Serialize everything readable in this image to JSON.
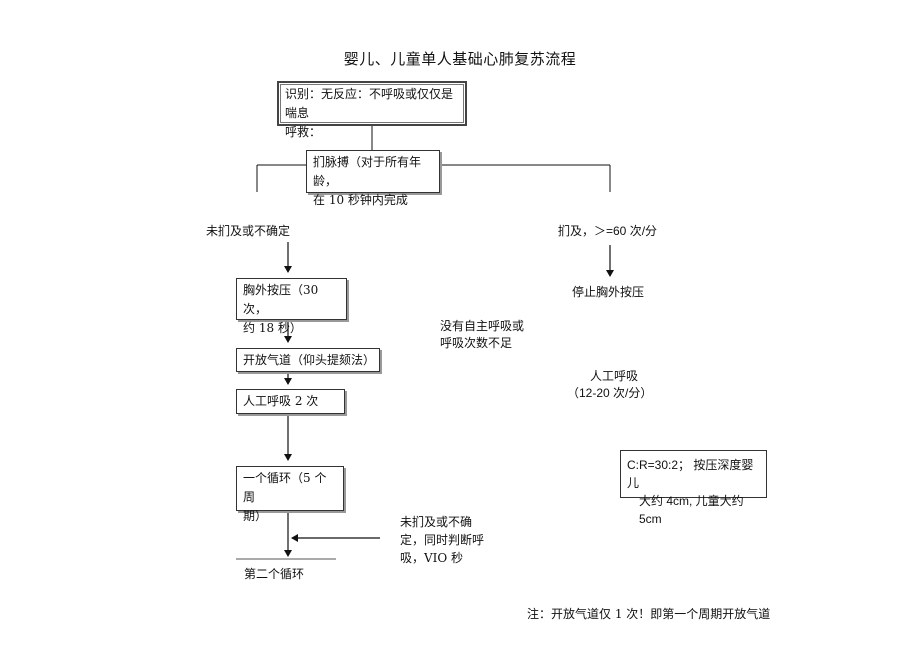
{
  "title": "婴儿、儿童单人基础心肺复苏流程",
  "boxes": {
    "identify": {
      "line1": "识别：无反应：不呼吸或仅仅是喘息",
      "line2": "呼救："
    },
    "pulse": {
      "line1": "扪脉搏（对于所有年龄，",
      "line2": "在 10 秒钟内完成"
    },
    "compress": {
      "line1": "胸外按压（30 次，",
      "line2": "约 18 秒）"
    },
    "airway": {
      "text": "开放气道（仰头提颏法）"
    },
    "breath": {
      "text": "人工呼吸 2 次"
    },
    "cycle": {
      "line1": "一个循环（5  个周",
      "line2": "期）"
    },
    "cr_note": {
      "line1": "C:R=30:2；  按压深度婴儿",
      "line2": "大约 4cm, 儿童大约 5cm"
    }
  },
  "labels": {
    "no_pulse": "未扪及或不确定",
    "pulse_found": "扪及，＞=60 次/分",
    "stop_compress": "停止胸外按压",
    "no_breath_1": "没有自主呼吸或",
    "no_breath_2": "呼吸次数不足",
    "artificial_1": "人工呼吸",
    "artificial_2": "（12-20 次/分）",
    "reassess_1": "未扪及或不确",
    "reassess_2": "定，同时判断呼",
    "reassess_3": "吸，VIO 秒",
    "second_cycle": "第二个循环",
    "footnote": "注：开放气道仅 1 次！即第一个周期开放气道"
  }
}
